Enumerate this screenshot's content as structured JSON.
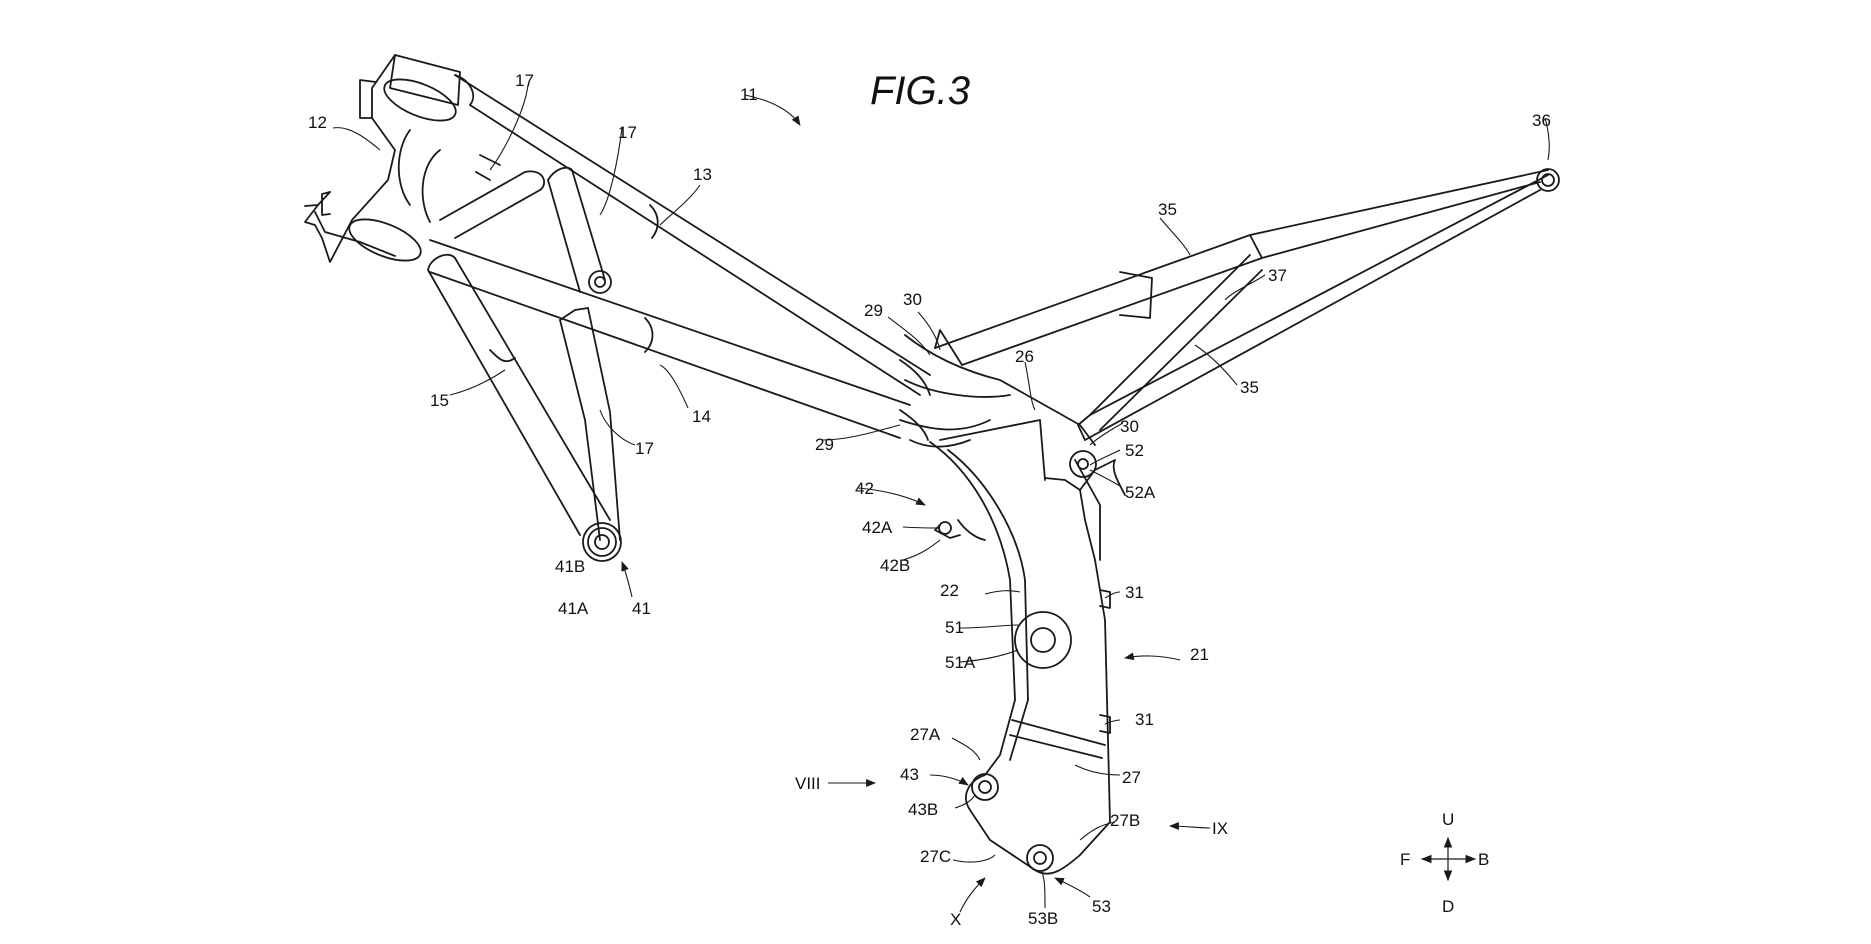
{
  "figure": {
    "title": "FIG.3"
  },
  "labels": {
    "l11": "11",
    "l12": "12",
    "l13": "13",
    "l14": "14",
    "l15": "15",
    "l17a": "17",
    "l17b": "17",
    "l17c": "17",
    "l21": "21",
    "l22": "22",
    "l26": "26",
    "l27": "27",
    "l27A": "27A",
    "l27B": "27B",
    "l27C": "27C",
    "l29a": "29",
    "l29b": "29",
    "l30a": "30",
    "l30b": "30",
    "l31a": "31",
    "l31b": "31",
    "l35a": "35",
    "l35b": "35",
    "l36": "36",
    "l37": "37",
    "l41": "41",
    "l41A": "41A",
    "l41B": "41B",
    "l42": "42",
    "l42A": "42A",
    "l42B": "42B",
    "l43": "43",
    "l43B": "43B",
    "l51": "51",
    "l51A": "51A",
    "l52": "52",
    "l52A": "52A",
    "l53": "53",
    "l53B": "53B",
    "viewVIII": "VIII",
    "viewIX": "IX",
    "viewX": "X"
  },
  "orientation": {
    "up": "U",
    "down": "D",
    "front": "F",
    "back": "B"
  }
}
